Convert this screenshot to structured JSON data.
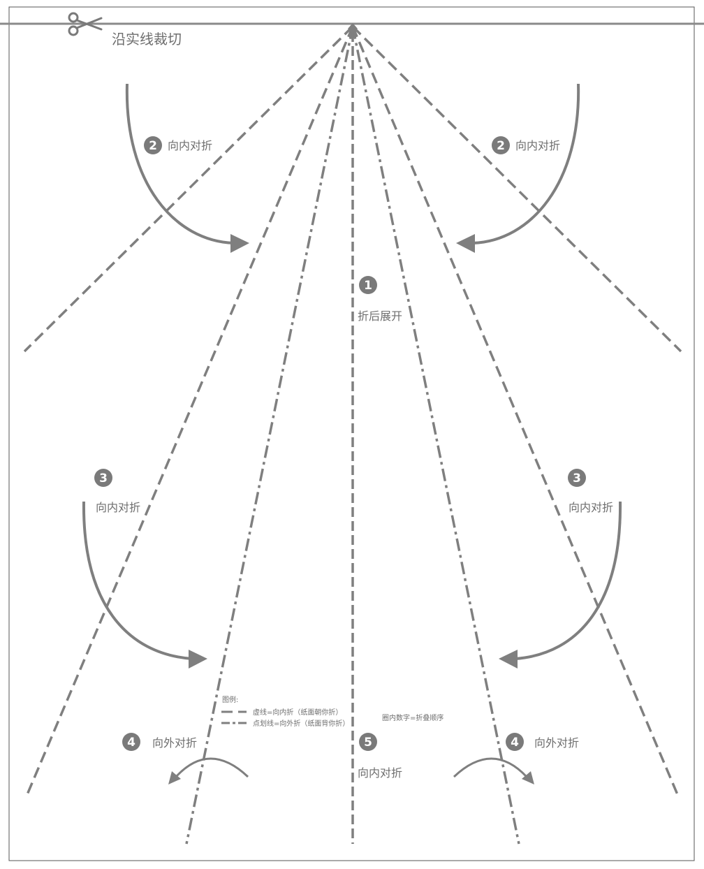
{
  "cut_instruction": "沿实线裁切",
  "steps": {
    "step_1": {
      "number": "1",
      "label": "折后展开"
    },
    "step_2_left": {
      "number": "2",
      "label": "向内对折"
    },
    "step_2_right": {
      "number": "2",
      "label": "向内对折"
    },
    "step_3_left": {
      "number": "3",
      "label": "向内对折"
    },
    "step_3_right": {
      "number": "3",
      "label": "向内对折"
    },
    "step_4_left": {
      "number": "4",
      "label": "向外对折"
    },
    "step_4_right": {
      "number": "4",
      "label": "向外对折"
    },
    "step_5": {
      "number": "5",
      "label": "向内对折"
    }
  },
  "legend": {
    "title": "图例:",
    "dashed_line": "虚线=向内折（纸面朝你折）",
    "dash_dot_line": "点划线=向外折（纸面背你折）",
    "order_note": "圈内数字=折叠顺序"
  },
  "icons": {
    "cut": "scissors-icon",
    "fold_arrow": "curved-arrow-icon"
  },
  "colors": {
    "line": "#7f7f7f",
    "text": "#6e6e6e",
    "badge": "#7a7a7a",
    "badge_text": "#ffffff",
    "border": "#555555"
  }
}
